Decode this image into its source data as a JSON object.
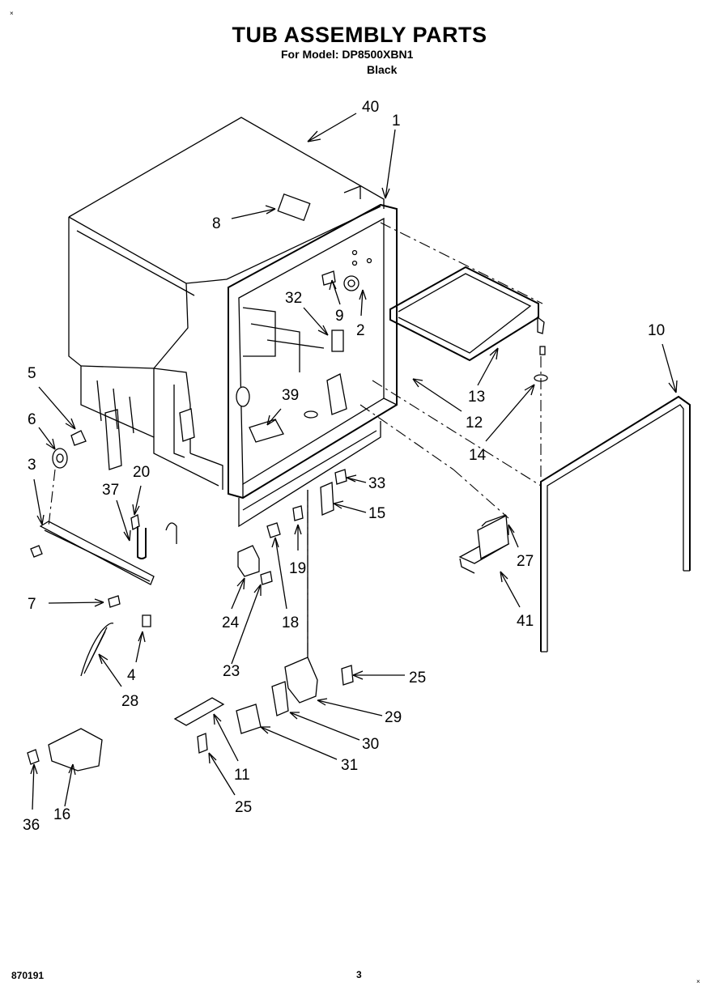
{
  "header": {
    "title": "TUB ASSEMBLY PARTS",
    "model": "For Model: DP8500XBN1",
    "color": "Black"
  },
  "footer": {
    "doc_number": "870191",
    "page_number": "3"
  },
  "callouts": {
    "c40": "40",
    "c1": "1",
    "c8": "8",
    "c32": "32",
    "c9": "9",
    "c2": "2",
    "c10": "10",
    "c13": "13",
    "c12": "12",
    "c14": "14",
    "c5": "5",
    "c6": "6",
    "c39": "39",
    "c3": "3",
    "c20": "20",
    "c37": "37",
    "c33": "33",
    "c15": "15",
    "c27": "27",
    "c19": "19",
    "c7": "7",
    "c24": "24",
    "c18": "18",
    "c41": "41",
    "c4": "4",
    "c23": "23",
    "c25a": "25",
    "c28": "28",
    "c29": "29",
    "c30": "30",
    "c31": "31",
    "c11": "11",
    "c25b": "25",
    "c36": "36",
    "c16": "16"
  }
}
